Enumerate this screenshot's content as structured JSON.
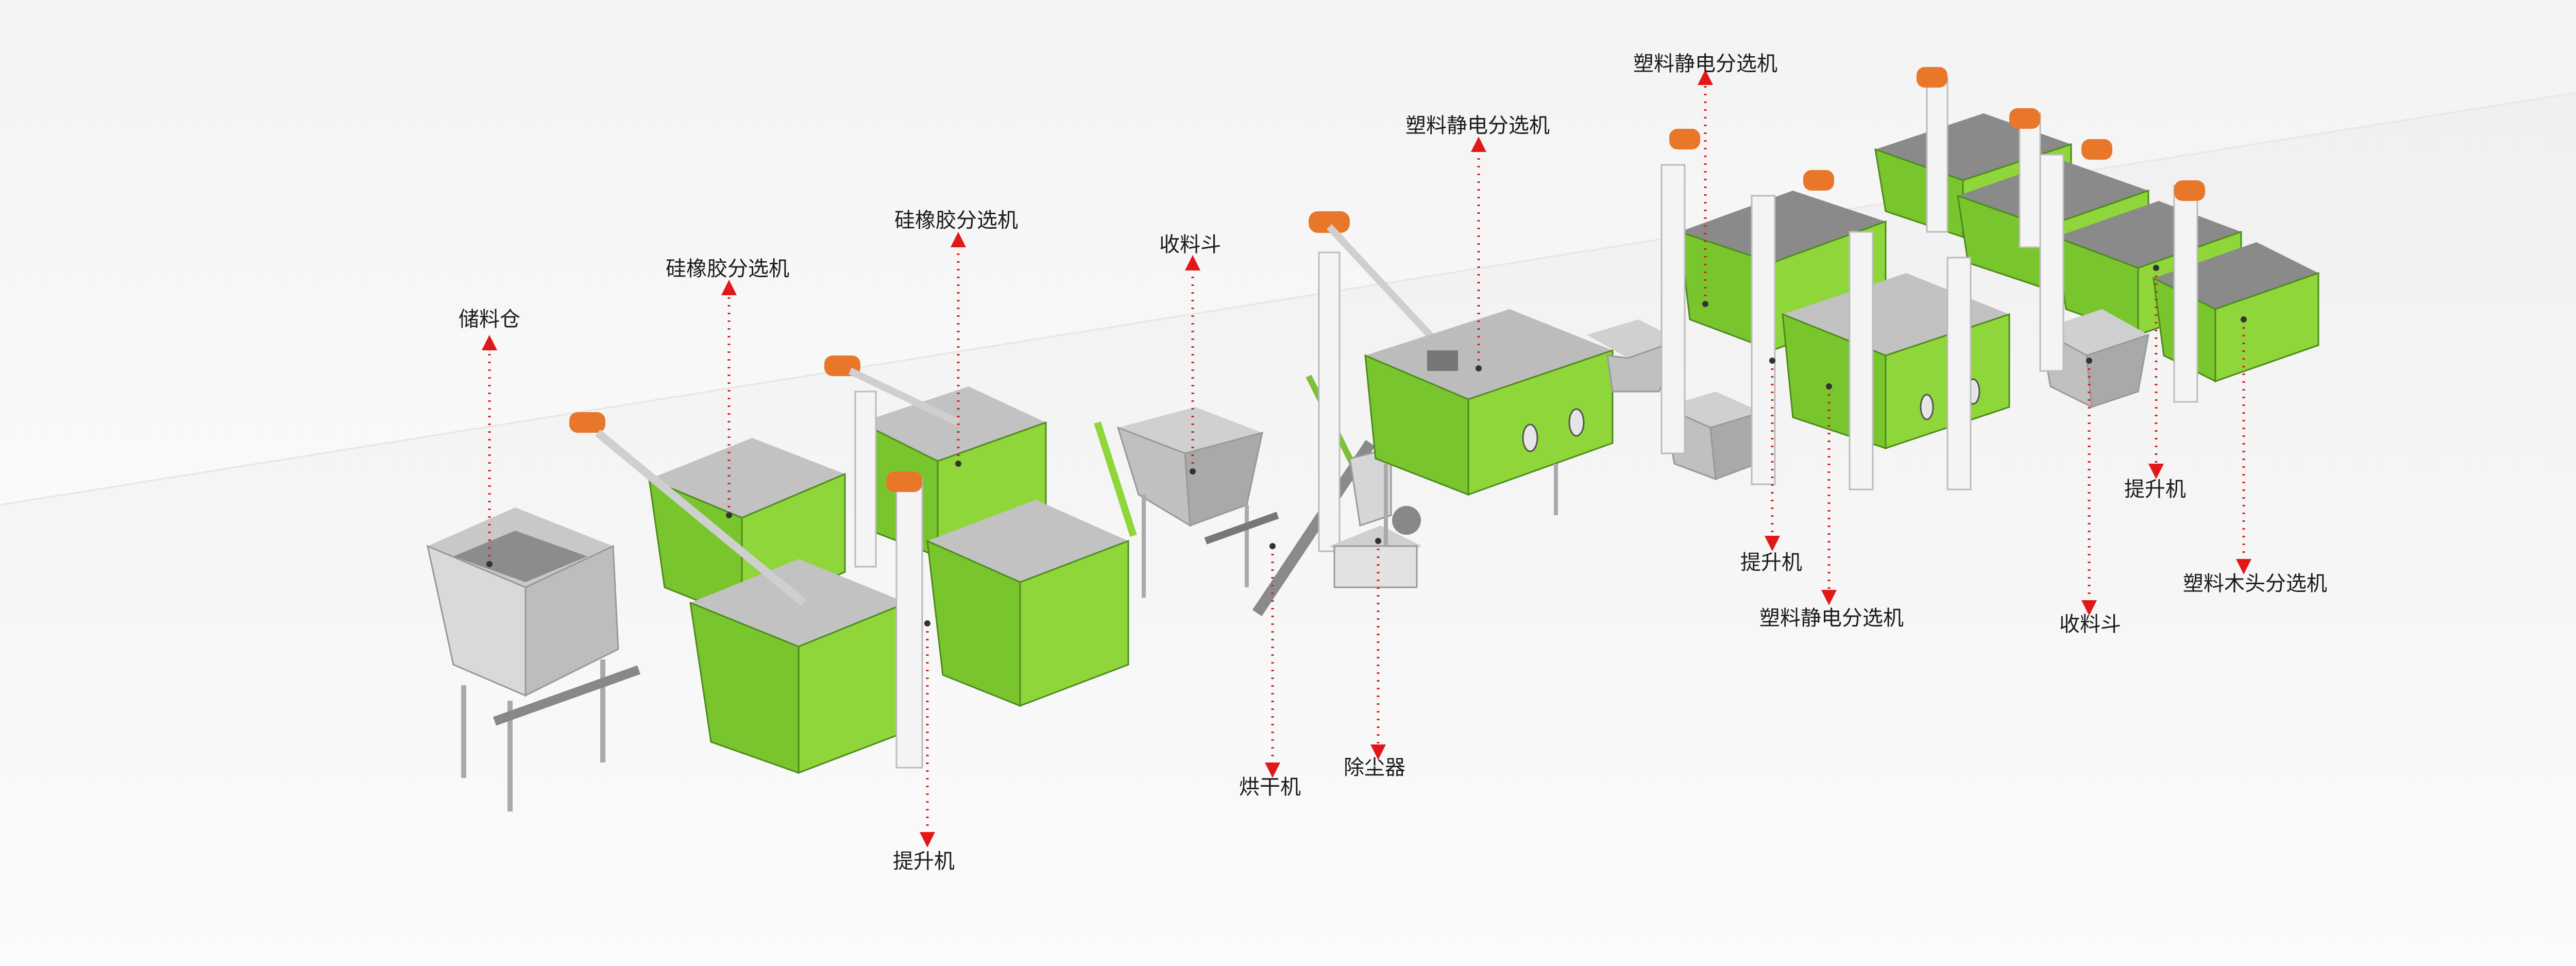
{
  "colors": {
    "machine_green": "#8ed63a",
    "machine_green_dark": "#6cb42a",
    "steel_top": "#bdbdbd",
    "steel_side": "#9e9e9e",
    "motor_orange": "#e8772a",
    "leader_red": "#e01818",
    "background": "#f4f4f4"
  },
  "labels": [
    {
      "id": "storage-bin",
      "text": "储料仓"
    },
    {
      "id": "silicone-sorter-1",
      "text": "硅橡胶分选机"
    },
    {
      "id": "silicone-sorter-2",
      "text": "硅橡胶分选机"
    },
    {
      "id": "hopper-1",
      "text": "收料斗"
    },
    {
      "id": "plastic-es-sorter-1",
      "text": "塑料静电分选机"
    },
    {
      "id": "plastic-es-sorter-2",
      "text": "塑料静电分选机"
    },
    {
      "id": "elevator-1",
      "text": "提升机"
    },
    {
      "id": "dryer",
      "text": "烘干机"
    },
    {
      "id": "dust-collector",
      "text": "除尘器"
    },
    {
      "id": "elevator-2",
      "text": "提升机"
    },
    {
      "id": "plastic-es-sorter-3",
      "text": "塑料静电分选机"
    },
    {
      "id": "hopper-2",
      "text": "收料斗"
    },
    {
      "id": "elevator-3",
      "text": "提升机"
    },
    {
      "id": "plastic-wood-sorter",
      "text": "塑料木头分选机"
    }
  ]
}
